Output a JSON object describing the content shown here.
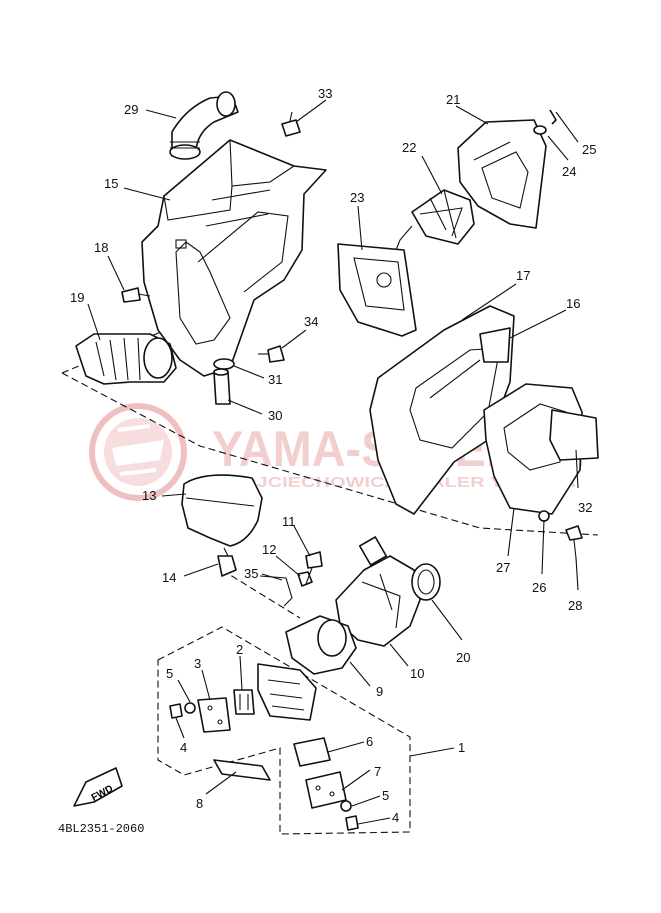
{
  "diagram": {
    "document_code": "4BL2351-2060",
    "direction_label": "FWD",
    "watermark": {
      "brand": "YAMA-SKLEP.PL",
      "tagline": "WOJCIECHOWICZ DEALER YAMAHA",
      "color": "#e9a7a7"
    },
    "callouts": [
      {
        "id": "c29",
        "label": "29"
      },
      {
        "id": "c33",
        "label": "33"
      },
      {
        "id": "c21",
        "label": "21"
      },
      {
        "id": "c25",
        "label": "25"
      },
      {
        "id": "c22",
        "label": "22"
      },
      {
        "id": "c24",
        "label": "24"
      },
      {
        "id": "c15",
        "label": "15"
      },
      {
        "id": "c23",
        "label": "23"
      },
      {
        "id": "c18",
        "label": "18"
      },
      {
        "id": "c17",
        "label": "17"
      },
      {
        "id": "c19",
        "label": "19"
      },
      {
        "id": "c16",
        "label": "16"
      },
      {
        "id": "c34",
        "label": "34"
      },
      {
        "id": "c31",
        "label": "31"
      },
      {
        "id": "c30",
        "label": "30"
      },
      {
        "id": "c13",
        "label": "13"
      },
      {
        "id": "c11",
        "label": "11"
      },
      {
        "id": "c32",
        "label": "32"
      },
      {
        "id": "c12",
        "label": "12"
      },
      {
        "id": "c14",
        "label": "14"
      },
      {
        "id": "c35",
        "label": "35"
      },
      {
        "id": "c27",
        "label": "27"
      },
      {
        "id": "c26",
        "label": "26"
      },
      {
        "id": "c28",
        "label": "28"
      },
      {
        "id": "c20",
        "label": "20"
      },
      {
        "id": "c10",
        "label": "10"
      },
      {
        "id": "c3",
        "label": "3"
      },
      {
        "id": "c2",
        "label": "2"
      },
      {
        "id": "c5a",
        "label": "5"
      },
      {
        "id": "c9",
        "label": "9"
      },
      {
        "id": "c4a",
        "label": "4"
      },
      {
        "id": "c1",
        "label": "1"
      },
      {
        "id": "c6",
        "label": "6"
      },
      {
        "id": "c7",
        "label": "7"
      },
      {
        "id": "c5b",
        "label": "5"
      },
      {
        "id": "c8",
        "label": "8"
      },
      {
        "id": "c4b",
        "label": "4"
      }
    ]
  }
}
